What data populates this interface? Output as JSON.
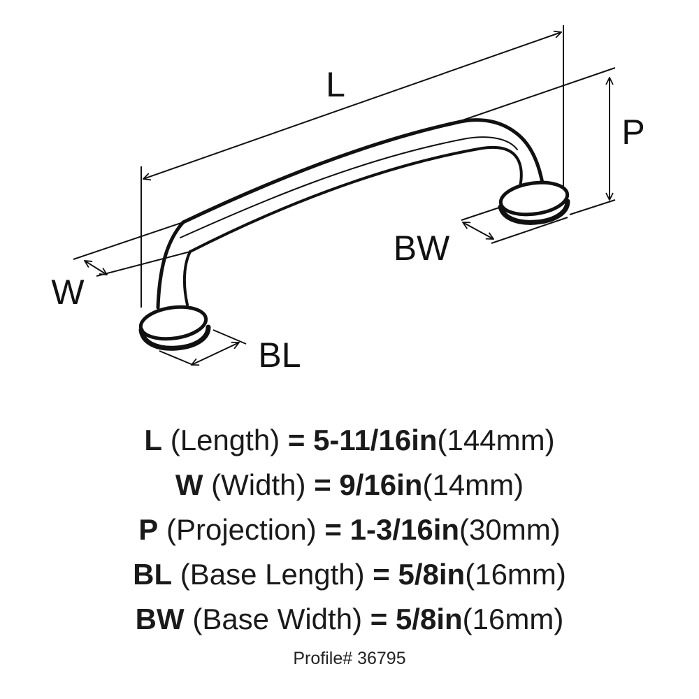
{
  "colors": {
    "ink": "#111111",
    "text": "#1a1a1a",
    "background": "#ffffff"
  },
  "labels": {
    "L": "L",
    "P": "P",
    "BW": "BW",
    "W": "W",
    "BL": "BL"
  },
  "specs": [
    {
      "code": "L",
      "name": "(Length)",
      "eq": "=",
      "imperial": "5-11/16in",
      "metric": "(144mm)"
    },
    {
      "code": "W",
      "name": "(Width)",
      "eq": "=",
      "imperial": "9/16in",
      "metric": "(14mm)"
    },
    {
      "code": "P",
      "name": "(Projection)",
      "eq": "=",
      "imperial": "1-3/16in",
      "metric": "(30mm)"
    },
    {
      "code": "BL",
      "name": "(Base Length)",
      "eq": "=",
      "imperial": "5/8in",
      "metric": "(16mm)"
    },
    {
      "code": "BW",
      "name": "(Base Width)",
      "eq": "=",
      "imperial": "5/8in",
      "metric": "(16mm)"
    }
  ],
  "profile": "Profile# 36795"
}
